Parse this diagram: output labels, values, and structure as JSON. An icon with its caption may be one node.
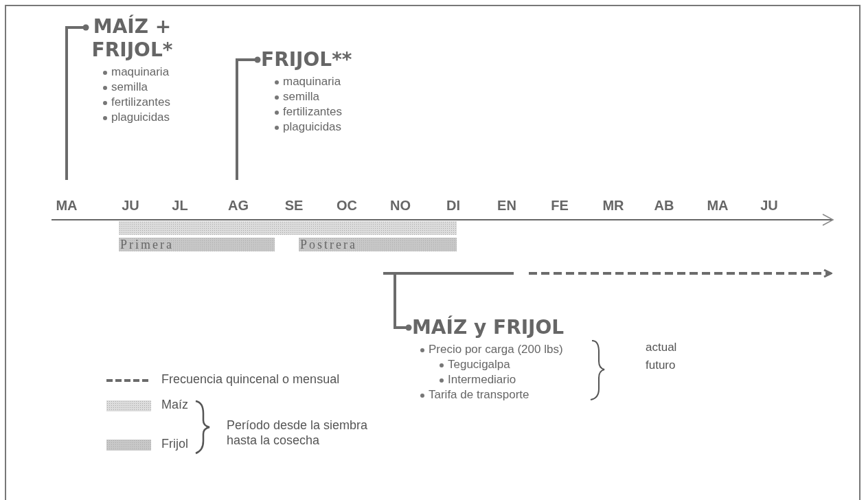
{
  "diagram": {
    "nodes": [
      {
        "text": [
          "MAÍZ + FRIJOL*",
          "maquinaria",
          "semilla",
          "fertilizantes",
          "plaguicidas"
        ]
      },
      {
        "text": [
          "FRIJOL**",
          "maquinaria",
          "semilla",
          "fertilizantes",
          "plaguicidas"
        ]
      },
      {
        "text": [],
        "shape": "bar"
      },
      {
        "text": [
          "Primera"
        ]
      },
      {
        "text": [
          "Postrera"
        ]
      },
      {
        "text": [
          "MAÍZ y FRIJOL",
          "Precio por carga (200 lbs)",
          "Tegucigalpa",
          "Intermediario",
          "Tarifa de transporte"
        ]
      }
    ],
    "edges": [
      {
        "from": null,
        "to": 0,
        "arrow": "other"
      },
      {
        "from": null,
        "to": 1,
        "arrow": "other"
      },
      {
        "from": null,
        "to": 5,
        "arrow": "other"
      }
    ],
    "labels": [
      "MA",
      "JU",
      "JL",
      "AG",
      "SE",
      "OC",
      "NO",
      "DI",
      "EN",
      "FE",
      "MR",
      "AB",
      "MA",
      "JU",
      "actual",
      "futuro",
      "Período desde la siembra hasta la cosecha"
    ],
    "legend": [
      {
        "text": "Frecuencia quincenal o mensual"
      },
      {
        "text": "Maíz",
        "color": "#dcdcdc"
      },
      {
        "text": "Frijol",
        "color": "#c8c8c8"
      }
    ]
  }
}
